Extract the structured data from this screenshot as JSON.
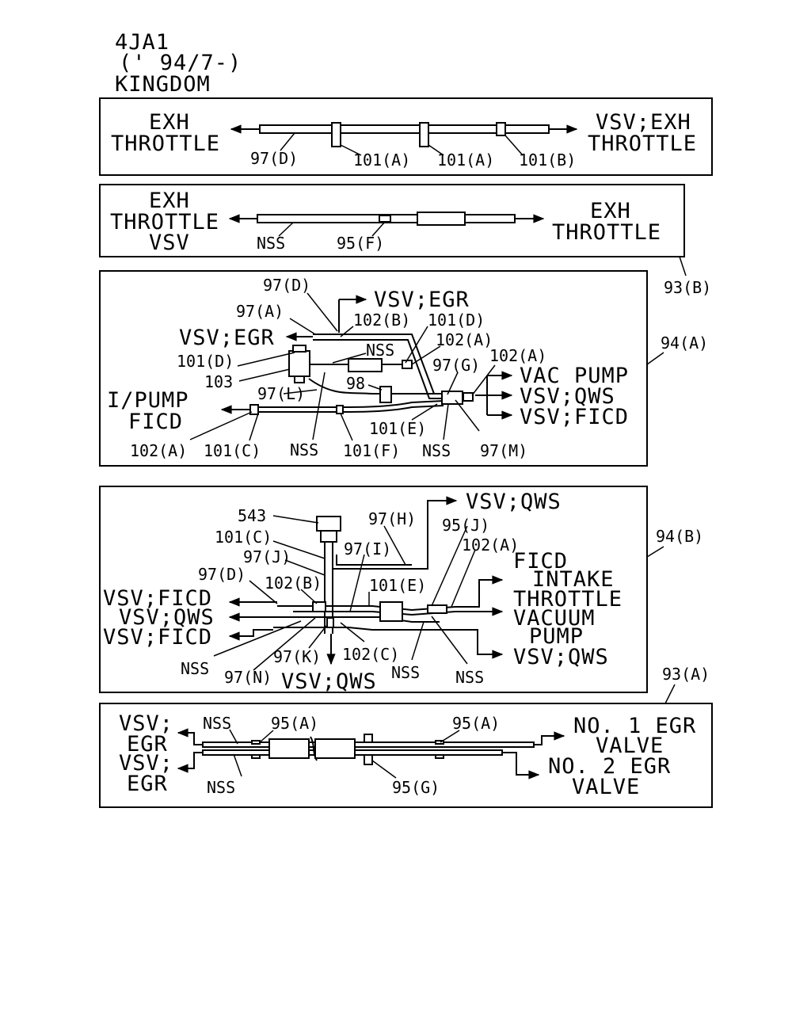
{
  "header": {
    "model": "4JA1",
    "period": "(' 94/7-)",
    "market": "KINGDOM"
  },
  "panels": {
    "p1": {
      "left": [
        "EXH",
        "THROTTLE"
      ],
      "right": [
        "VSV;EXH",
        "THROTTLE"
      ],
      "labels": [
        "97(D)",
        "101(A)",
        "101(A)",
        "101(B)"
      ]
    },
    "p2": {
      "left": [
        "EXH",
        "THROTTLE",
        "VSV"
      ],
      "right": [
        "EXH",
        "THROTTLE"
      ],
      "labels": [
        "NSS",
        "95(F)"
      ],
      "ref": "93(B)"
    },
    "p3": {
      "ref": "94(A)",
      "dest": [
        "VSV;EGR",
        "VSV;EGR",
        "VAC PUMP",
        "VSV;QWS",
        "VSV;FICD"
      ],
      "left": [
        "I/PUMP",
        "FICD"
      ],
      "labels": [
        "97(D)",
        "97(A)",
        "102(B)",
        "101(D)",
        "NSS",
        "102(A)",
        "101(D)",
        "97(G)",
        "102(A)",
        "103",
        "98",
        "97(L)",
        "102(A)",
        "101(C)",
        "NSS",
        "101(F)",
        "101(E)",
        "NSS",
        "97(M)"
      ]
    },
    "p4": {
      "ref": "94(B)",
      "dest": [
        "VSV;QWS",
        "FICD",
        "INTAKE",
        "THROTTLE",
        "VACUUM",
        "PUMP",
        "VSV;QWS",
        "VSV;QWS"
      ],
      "left": [
        "VSV;FICD",
        "VSV;QWS",
        "VSV;FICD"
      ],
      "labels": [
        "543",
        "97(H)",
        "101(C)",
        "95(J)",
        "97(J)",
        "97(I)",
        "102(A)",
        "97(D)",
        "102(B)",
        "101(E)",
        "NSS",
        "97(K)",
        "102(C)",
        "NSS",
        "NSS",
        "97(N)"
      ]
    },
    "p5": {
      "ref": "93(A)",
      "left": [
        "VSV;",
        "EGR",
        "VSV;",
        "EGR"
      ],
      "right": [
        "NO. 1  EGR",
        "VALVE",
        "NO. 2  EGR",
        "VALVE"
      ],
      "labels": [
        "NSS",
        "95(A)",
        "95(A)",
        "NSS",
        "95(G)"
      ]
    }
  }
}
